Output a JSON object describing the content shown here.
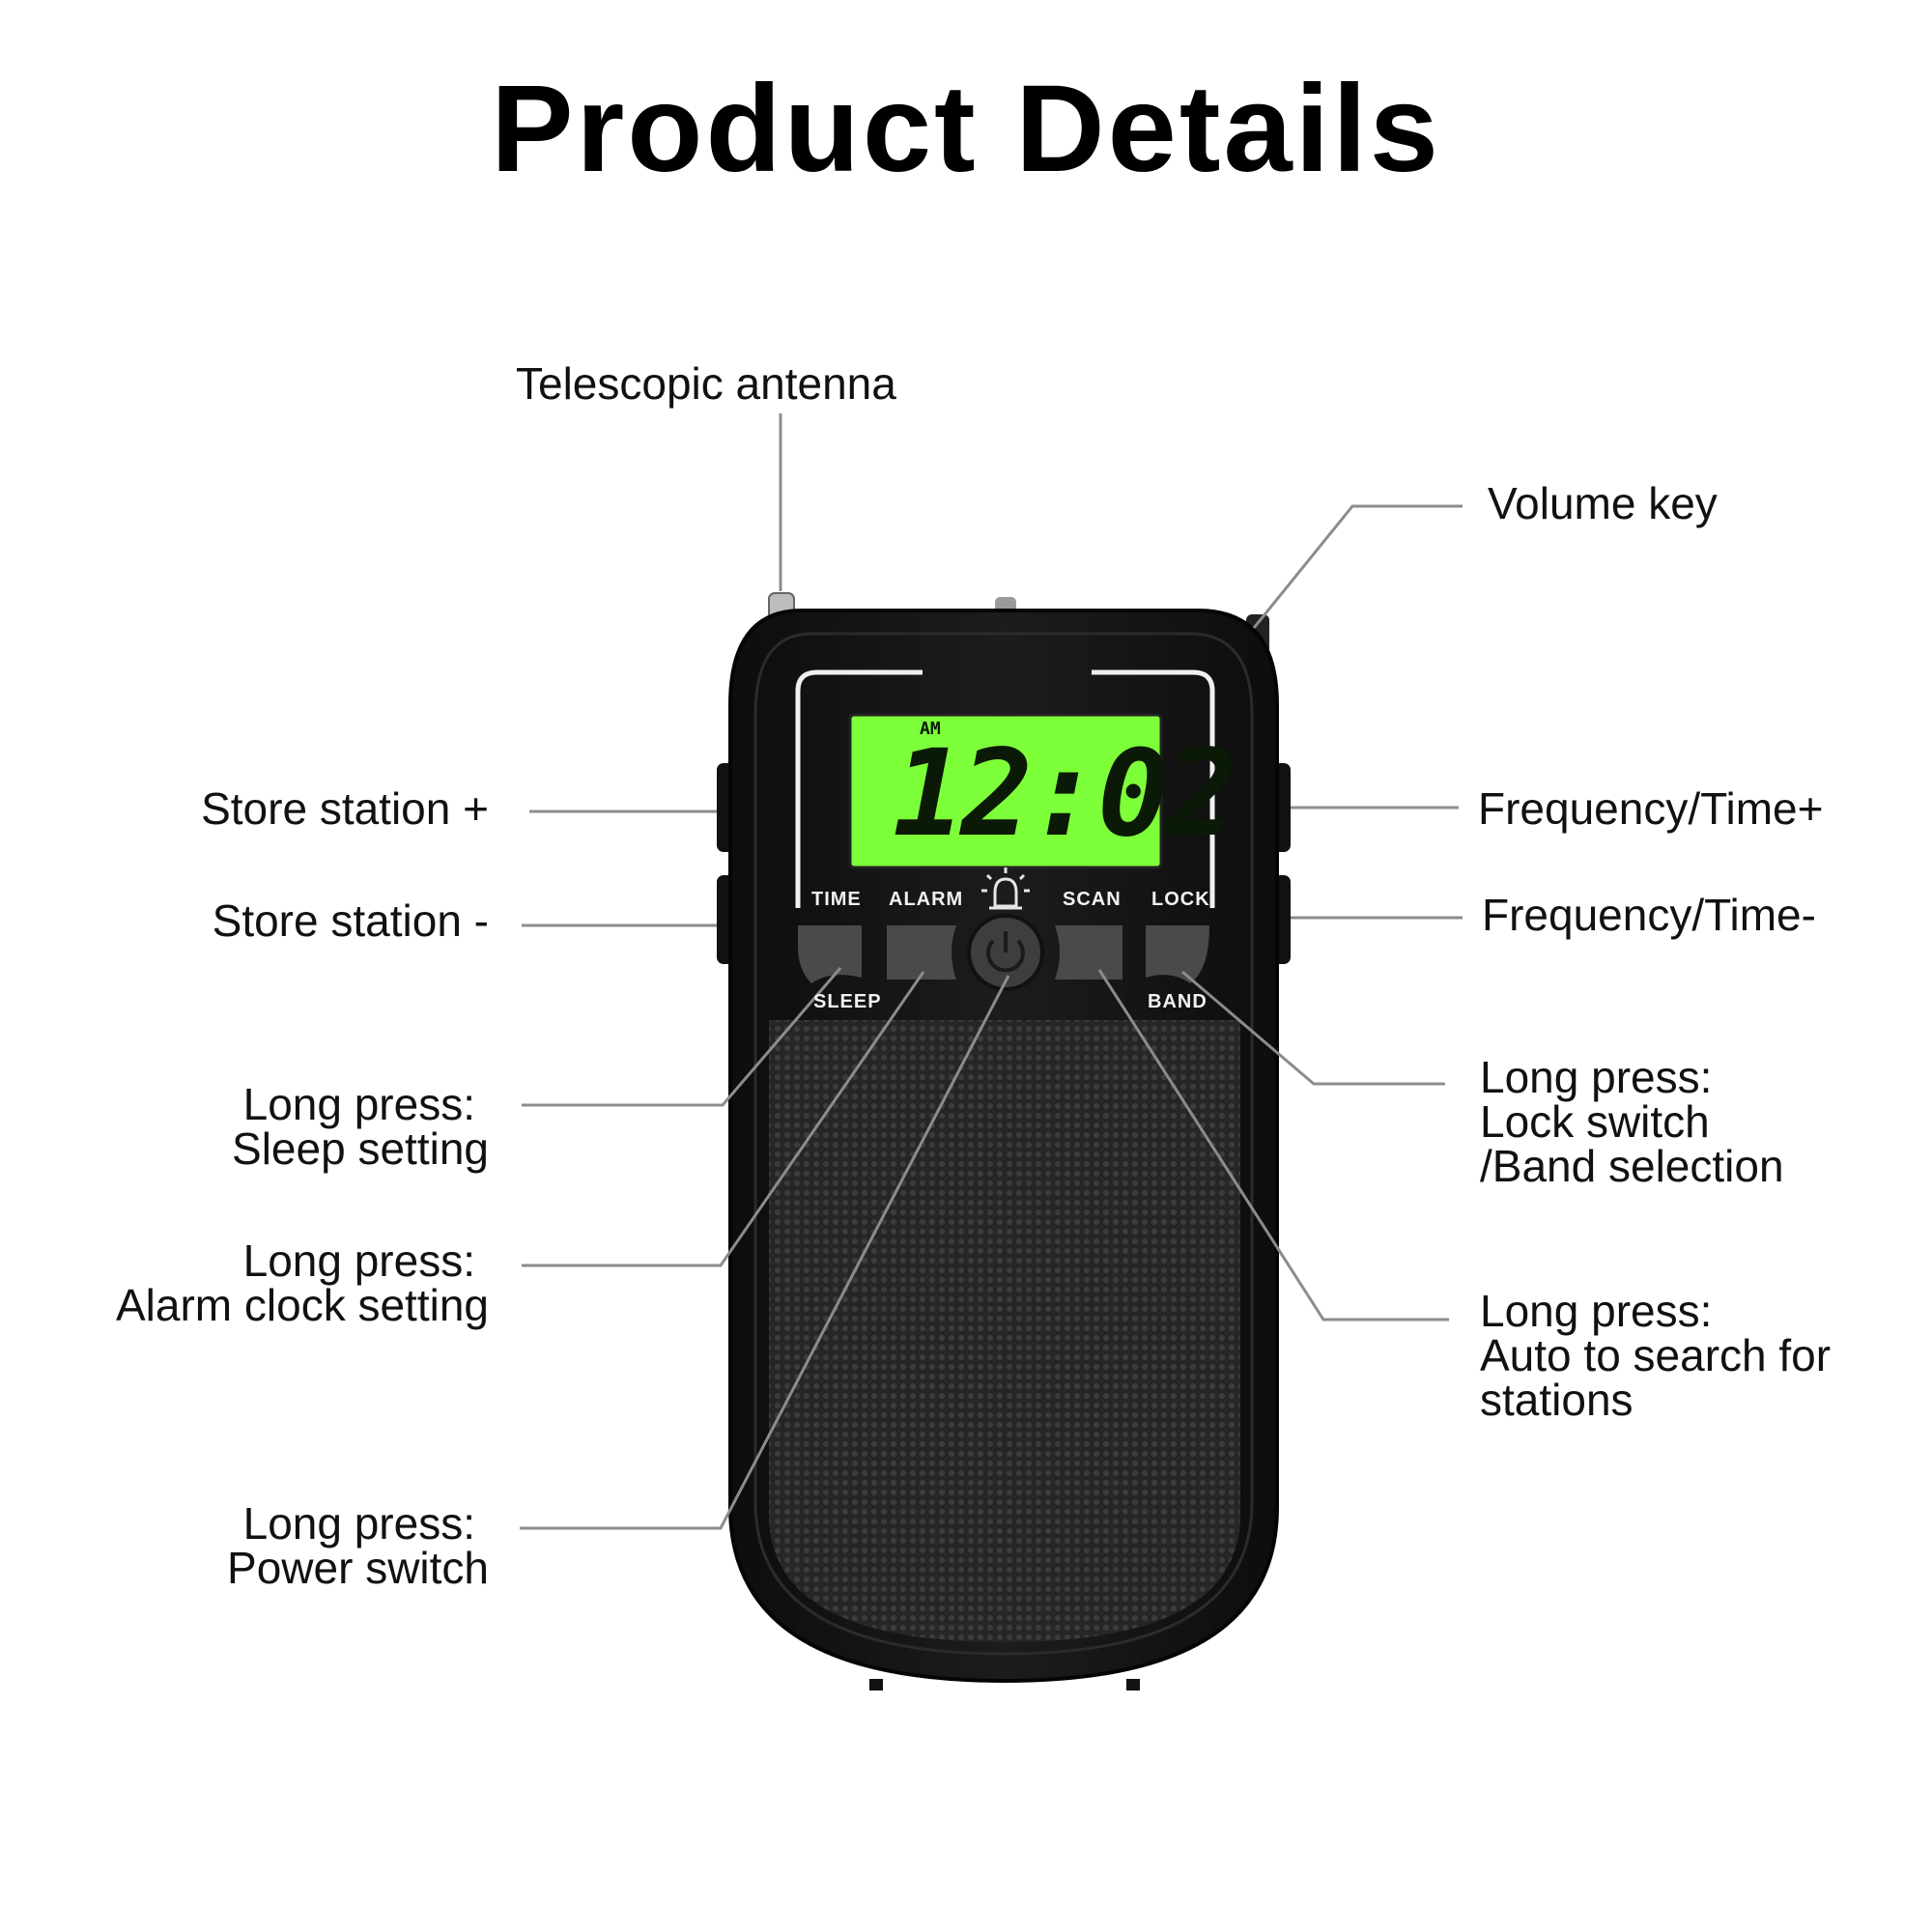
{
  "title": "Product Details",
  "labels": {
    "antenna": "Telescopic antenna",
    "volume": "Volume key",
    "store_plus": "Store station +",
    "store_minus": "Store station -",
    "freq_plus": "Frequency/Time+",
    "freq_minus": "Frequency/Time-",
    "sleep": [
      "Long press:",
      "Sleep setting"
    ],
    "alarm": [
      "Long press:",
      "Alarm clock setting"
    ],
    "power": [
      "Long press:",
      "Power switch"
    ],
    "lock": [
      "Long press:",
      "Lock switch",
      "/Band selection"
    ],
    "scan": [
      "Long press:",
      "Auto to search for",
      "stations"
    ]
  },
  "device": {
    "display_time": "12:02",
    "display_indicator": "AM",
    "buttons_top": [
      "TIME",
      "ALARM",
      "SCAN",
      "LOCK"
    ],
    "buttons_bottom": [
      "SLEEP",
      "BAND"
    ],
    "colors": {
      "body": "#161616",
      "lcd": "#7dff3a",
      "grille": "#2e2e2e",
      "button": "#4a4a4a",
      "leader": "#8c8c8c"
    }
  }
}
